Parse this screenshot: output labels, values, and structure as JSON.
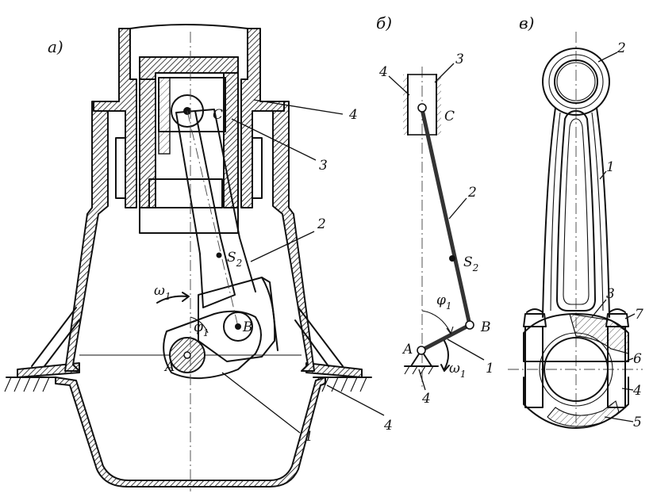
{
  "panels": {
    "a": {
      "tag": "а)",
      "labels": {
        "C": "C",
        "S": "S",
        "S_sub": "2",
        "B": "B",
        "A": "A",
        "phi": "φ",
        "phi_sub": "1",
        "omega": "ω",
        "omega_sub": "1",
        "n3": "3",
        "n2": "2",
        "n1": "1",
        "n4_top": "4",
        "n4_bottom": "4"
      }
    },
    "b": {
      "tag": "б)",
      "labels": {
        "C": "C",
        "S": "S",
        "S_sub": "2",
        "B": "B",
        "A": "A",
        "phi": "φ",
        "phi_sub": "1",
        "omega": "ω",
        "omega_sub": "1",
        "n3": "3",
        "n2": "2",
        "n1": "1",
        "n4_top": "4",
        "n4_bottom": "4"
      }
    },
    "c": {
      "tag": "в)",
      "labels": {
        "n1": "1",
        "n2": "2",
        "n3": "3",
        "n4": "4",
        "n5": "5",
        "n6": "6",
        "n7": "7"
      }
    }
  }
}
